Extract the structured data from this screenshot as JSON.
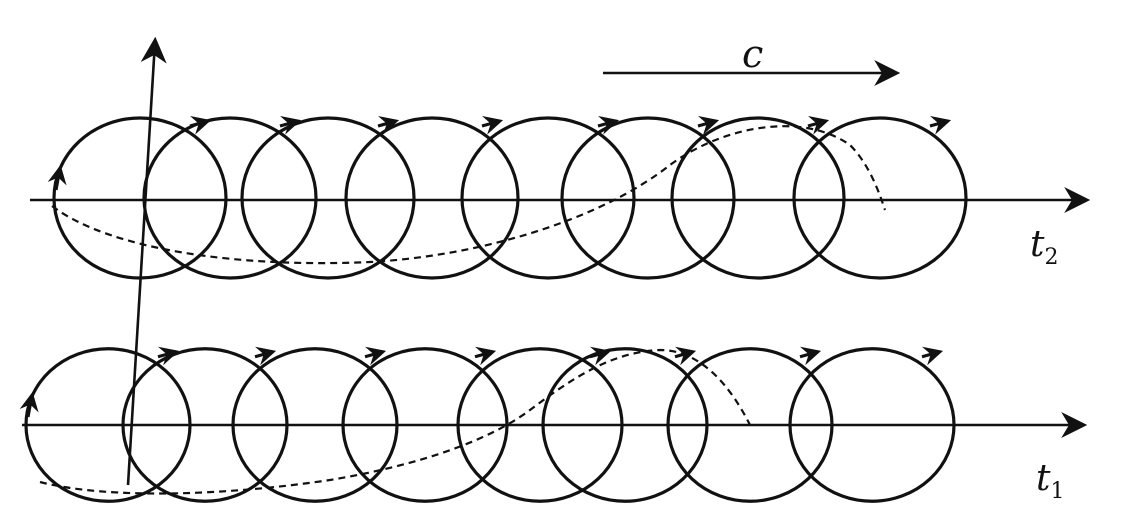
{
  "labels": {
    "speed": "c",
    "row_top": {
      "base": "t",
      "sub": "2"
    },
    "row_bottom": {
      "base": "t",
      "sub": "1"
    }
  },
  "colors": {
    "ink": "#111111",
    "background": "#ffffff"
  }
}
